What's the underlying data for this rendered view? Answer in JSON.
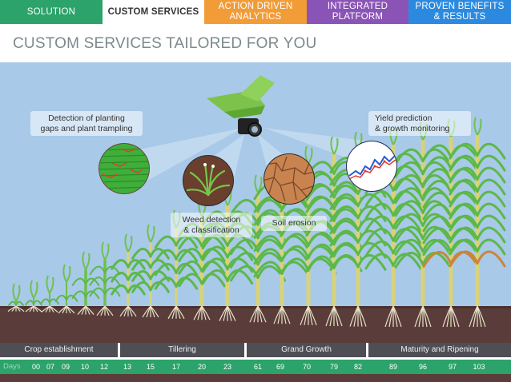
{
  "tabs": [
    {
      "label": "SOLUTION",
      "color": "#2ba36a",
      "active": false
    },
    {
      "label": "CUSTOM SERVICES",
      "color": "#ffffff",
      "active": true
    },
    {
      "label": "ACTION DRIVEN\nANALYTICS",
      "color": "#f29c38",
      "active": false
    },
    {
      "label": "INTEGRATED\nPLATFORM",
      "color": "#8a54b6",
      "active": false
    },
    {
      "label": "PROVEN BENEFITS\n& RESULTS",
      "color": "#2b8ae0",
      "active": false
    }
  ],
  "page_title": "CUSTOM SERVICES TAILORED FOR YOU",
  "callouts": {
    "planting": "Detection of planting\ngaps and plant trampling",
    "weed": "Weed detection\n& classification",
    "soil": "Soil erosion",
    "yield": "Yield prediction\n& growth monitoring"
  },
  "stages": [
    "Crop establishment",
    "Tillering",
    "Grand Growth",
    "Maturity and Ripening"
  ],
  "days_label": "Days",
  "days": [
    "00",
    "07",
    "09",
    "10",
    "12",
    "13",
    "15",
    "17",
    "20",
    "23",
    "61",
    "69",
    "70",
    "79",
    "82",
    "89",
    "96",
    "97",
    "103"
  ],
  "colors": {
    "sky": "#a8c9e8",
    "soil": "#5a3d3a",
    "stage_bar": "#4e4e54",
    "days_bar": "#2ba36a",
    "plant_green": "#5cb84a",
    "drone": "#7dc24a"
  }
}
